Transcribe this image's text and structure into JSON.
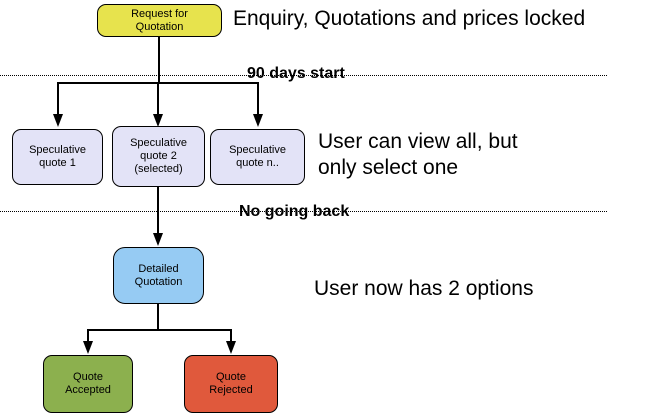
{
  "canvas": {
    "background": "#ffffff",
    "line_color": "#000000"
  },
  "nodes": {
    "request": {
      "label": "Request for\nQuotation",
      "color": "#e7e34d"
    },
    "spec1": {
      "label": "Speculative\nquote 1",
      "color": "#e3e3f7"
    },
    "spec2": {
      "label": "Speculative\nquote 2\n(selected)",
      "color": "#e3e3f7"
    },
    "spec3": {
      "label": "Speculative\nquote n..",
      "color": "#e3e3f7"
    },
    "detailed": {
      "label": "Detailed\nQuotation",
      "color": "#96cbf3"
    },
    "accepted": {
      "label": "Quote\nAccepted",
      "color": "#8cb04e"
    },
    "rejected": {
      "label": "Quote\nRejected",
      "color": "#e0593c"
    }
  },
  "phase_labels": {
    "phase1": "90 days start",
    "phase2": "No going back"
  },
  "annotations": {
    "top": "Enquiry, Quotations and prices locked",
    "middle": "User can view all, but\nonly select one",
    "bottom": "User now has 2 options"
  }
}
